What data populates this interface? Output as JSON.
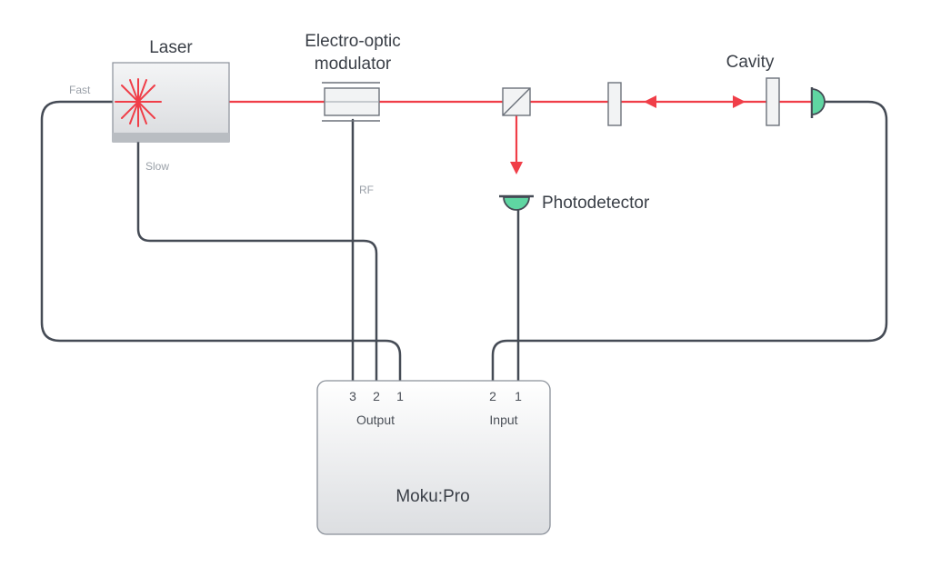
{
  "labels": {
    "laser": "Laser",
    "eom_line1": "Electro-optic",
    "eom_line2": "modulator",
    "cavity": "Cavity",
    "photodetector": "Photodetector",
    "fast": "Fast",
    "slow": "Slow",
    "rf": "RF"
  },
  "device": {
    "name": "Moku:Pro",
    "output_label": "Output",
    "input_label": "Input",
    "output_ports": [
      "3",
      "2",
      "1"
    ],
    "input_ports": [
      "2",
      "1"
    ]
  },
  "colors": {
    "beam": "#f03e48",
    "cable": "#454b55",
    "detector": "#5fd6a2",
    "device_fill": "#e9eaec"
  }
}
